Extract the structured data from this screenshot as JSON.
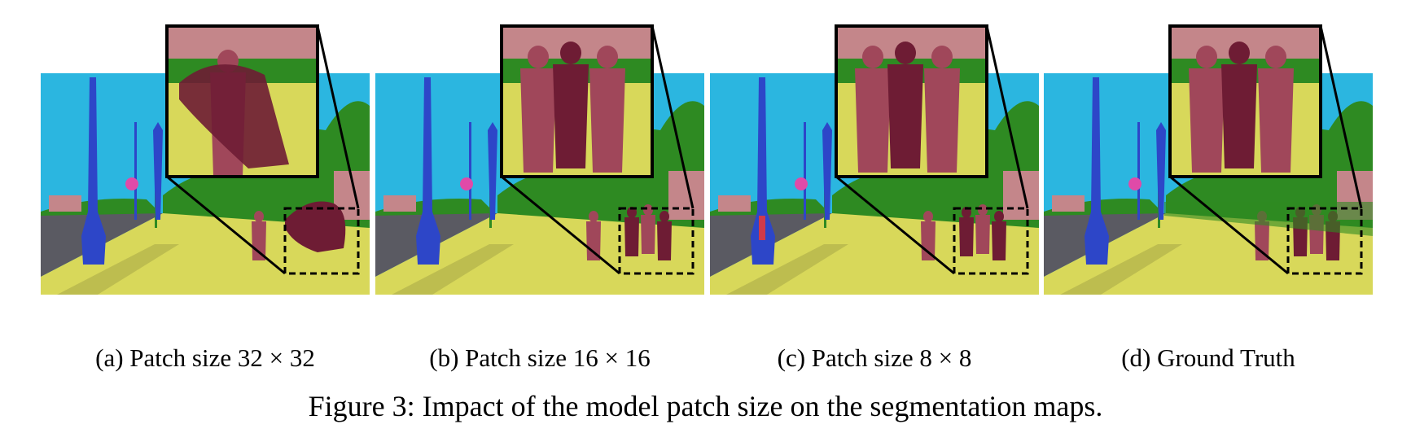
{
  "figure": {
    "caption": "Figure 3: Impact of the model patch size on the segmentation maps.",
    "panels": [
      {
        "id": "a",
        "caption": "(a) Patch size 32 × 32",
        "segmentation": "coarse"
      },
      {
        "id": "b",
        "caption": "(b) Patch size 16 × 16",
        "segmentation": "medium"
      },
      {
        "id": "c",
        "caption": "(c) Patch size 8 × 8",
        "segmentation": "fine"
      },
      {
        "id": "d",
        "caption": "(d) Ground Truth",
        "segmentation": "ground-truth"
      }
    ]
  },
  "colors": {
    "sky": "#2bb6e0",
    "sidewalk": "#d8d85a",
    "road": "#5a5a62",
    "vegetation": "#2e8a22",
    "building": "#c4868a",
    "pole": "#2d46c8",
    "person": "#a0475a",
    "person_dark": "#6e1c34",
    "sign": "#e04aa8",
    "zoom_frame": "#000000"
  }
}
